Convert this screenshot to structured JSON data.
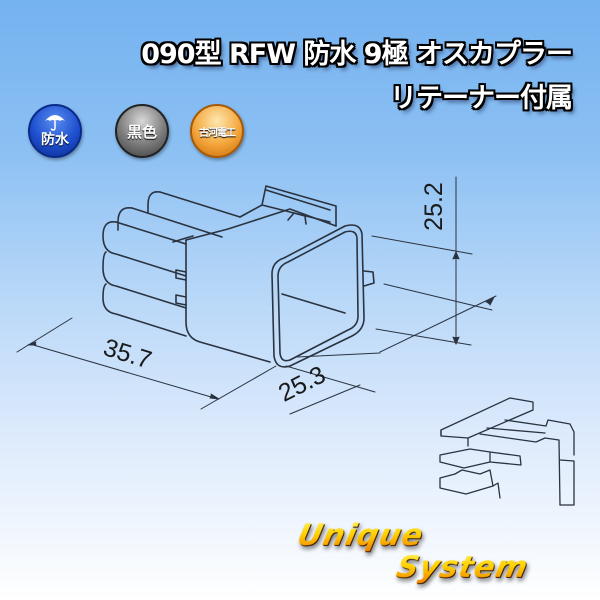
{
  "title": {
    "line1": "090型 RFW 防水 9極 オスカプラー",
    "line2": "リテーナー付属"
  },
  "badges": [
    {
      "icon": "umbrella-icon",
      "label": "防水",
      "color": "#1d4fcf"
    },
    {
      "label": "黒色",
      "color": "#7a7a7a"
    },
    {
      "label": "古河電工",
      "color": "#f4a53a"
    }
  ],
  "dimensions": {
    "length": "35.7",
    "width": "25.3",
    "height": "25.2"
  },
  "logo": {
    "line1": "Unique",
    "line2": "System"
  },
  "colors": {
    "background_top": "#74b2f0",
    "background_bottom": "#ffffff",
    "line": "#2a3340"
  }
}
